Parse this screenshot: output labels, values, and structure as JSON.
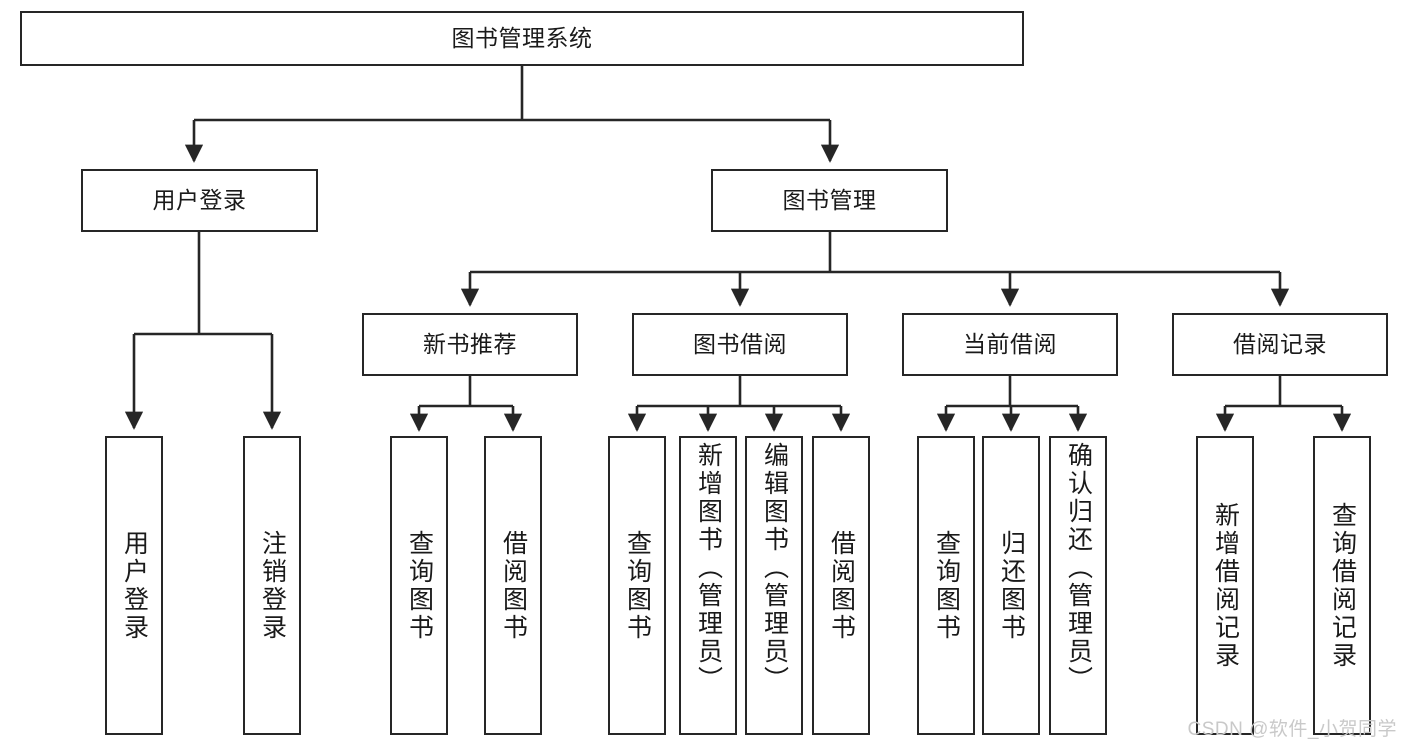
{
  "diagram": {
    "title": "图书管理系统",
    "type": "tree-hierarchy-diagram",
    "colors": {
      "stroke": "#262626",
      "box_fill": "#ffffff",
      "text": "#1a1a1a",
      "background": "#ffffff",
      "watermark": "#c9c9c9"
    },
    "root": {
      "label": "图书管理系统"
    },
    "level2": [
      {
        "label": "用户登录"
      },
      {
        "label": "图书管理"
      }
    ],
    "level3": [
      {
        "label": "新书推荐"
      },
      {
        "label": "图书借阅"
      },
      {
        "label": "当前借阅"
      },
      {
        "label": "借阅记录"
      }
    ],
    "leaves": {
      "user_login": [
        {
          "label": "用户登录"
        },
        {
          "label": "注销登录"
        }
      ],
      "new_book_recommend": [
        {
          "label": "查询图书"
        },
        {
          "label": "借阅图书"
        }
      ],
      "book_borrow": [
        {
          "label": "查询图书"
        },
        {
          "label": "新增图书（管理员）"
        },
        {
          "label": "编辑图书（管理员）"
        },
        {
          "label": "借阅图书"
        }
      ],
      "current_borrow": [
        {
          "label": "查询图书"
        },
        {
          "label": "归还图书"
        },
        {
          "label": "确认归还（管理员）"
        }
      ],
      "borrow_record": [
        {
          "label": "新增借阅记录"
        },
        {
          "label": "查询借阅记录"
        }
      ]
    }
  },
  "watermark": {
    "text": "CSDN @软件_小贺同学"
  }
}
